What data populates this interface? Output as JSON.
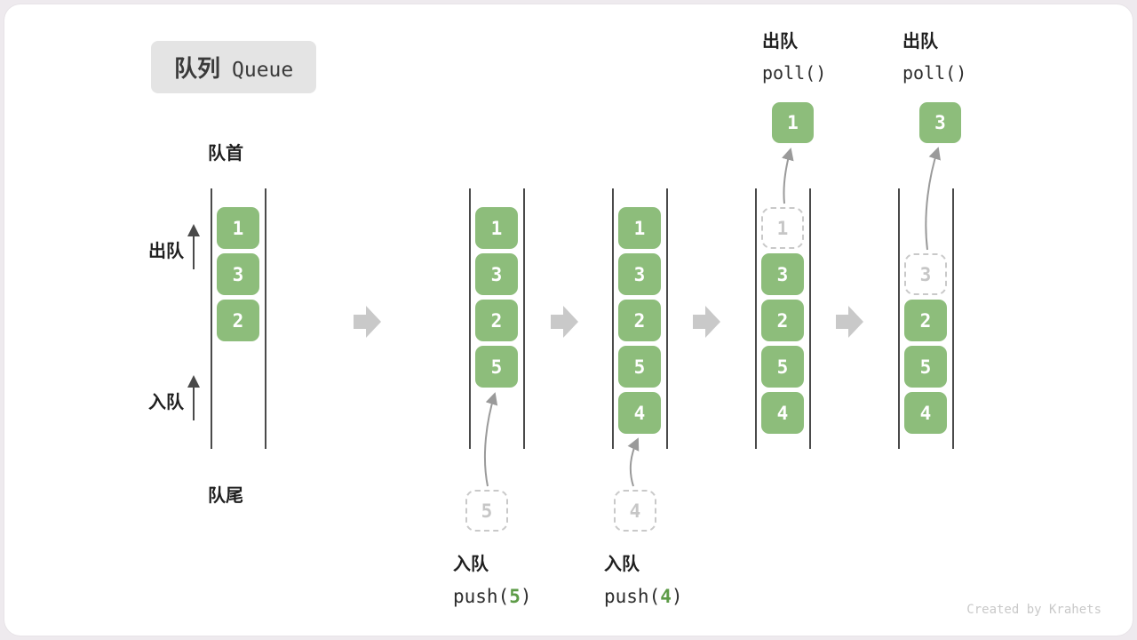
{
  "badge": {
    "zh": "队列",
    "en": "Queue"
  },
  "labels": {
    "front": "队首",
    "rear": "队尾",
    "dequeue_side": "出队",
    "enqueue_side": "入队"
  },
  "states": [
    {
      "name": "state-1",
      "cells": [
        {
          "v": "1"
        },
        {
          "v": "3"
        },
        {
          "v": "2"
        }
      ]
    },
    {
      "name": "state-2-after-push-5",
      "cells": [
        {
          "v": "1"
        },
        {
          "v": "3"
        },
        {
          "v": "2"
        },
        {
          "v": "5"
        }
      ],
      "incoming": "5",
      "op": {
        "label": "入队",
        "code_pre": "push(",
        "arg": "5",
        "code_post": ")"
      }
    },
    {
      "name": "state-3-after-push-4",
      "cells": [
        {
          "v": "1"
        },
        {
          "v": "3"
        },
        {
          "v": "2"
        },
        {
          "v": "5"
        },
        {
          "v": "4"
        }
      ],
      "incoming": "4",
      "op": {
        "label": "入队",
        "code_pre": "push(",
        "arg": "4",
        "code_post": ")"
      }
    },
    {
      "name": "state-4-after-poll-1",
      "cells": [
        {
          "v": "1",
          "ghost": true
        },
        {
          "v": "3"
        },
        {
          "v": "2"
        },
        {
          "v": "5"
        },
        {
          "v": "4"
        }
      ],
      "removed": "1",
      "op": {
        "label": "出队",
        "code": "poll()"
      }
    },
    {
      "name": "state-5-after-poll-3",
      "cells": [
        {
          "v": "3",
          "ghost": true
        },
        {
          "v": "2"
        },
        {
          "v": "5"
        },
        {
          "v": "4"
        }
      ],
      "removed": "3",
      "op": {
        "label": "出队",
        "code": "poll()"
      }
    }
  ],
  "watermark": "Created by Krahets",
  "colors": {
    "cell_green": "#8dbd7b",
    "ghost_gray": "#c9c9c9",
    "block_arrow_gray": "#c9c9c9",
    "ink": "#1f1f1f",
    "arg_green": "#5d9b47"
  }
}
